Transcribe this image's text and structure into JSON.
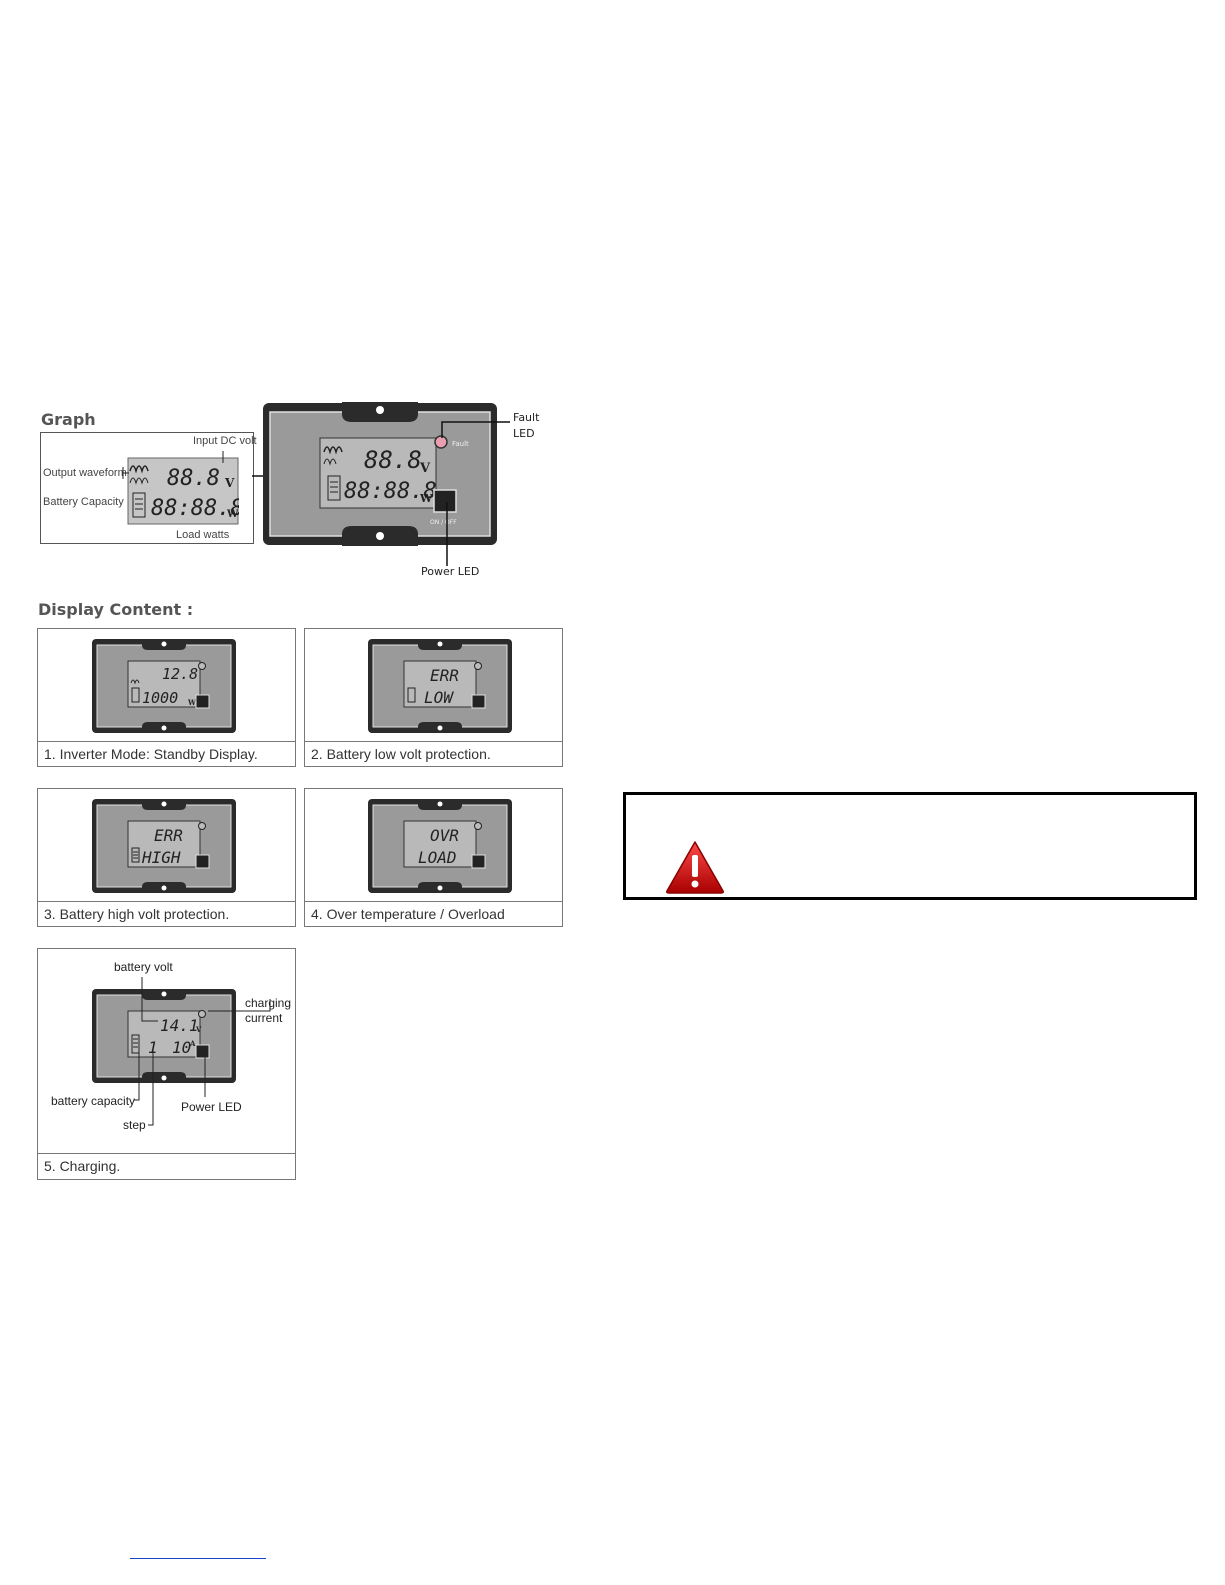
{
  "graph": {
    "title": "Graph",
    "labels": {
      "input_dc_volt": "Input DC volt",
      "output_waveform": "Output waveform",
      "battery_capacity": "Battery Capacity",
      "load_watts": "Load watts"
    },
    "lcd": {
      "top": "88.8",
      "bottom": "88:88.8",
      "unit_top": "V",
      "unit_bottom": "W"
    },
    "callouts": {
      "fault_led": "Fault LED",
      "power_led": "Power LED"
    },
    "panel_text": {
      "fault": "Fault",
      "on_off": "ON / OFF"
    }
  },
  "display_content": {
    "title": "Display Content :",
    "panels": [
      {
        "caption": "1. Inverter Mode: Standby Display.",
        "top": "12.8",
        "bottom": "1000",
        "unit": "W"
      },
      {
        "caption": "2. Battery low volt protection.",
        "top": "ERR",
        "bottom": "LOW",
        "unit": ""
      },
      {
        "caption": "3. Battery high volt protection.",
        "top": "ERR",
        "bottom": "HIGH",
        "unit": ""
      },
      {
        "caption": "4. Over temperature / Overload",
        "top": "OVR",
        "bottom": "LOAD",
        "unit": ""
      },
      {
        "caption": "5. Charging.",
        "top": "14.1",
        "bottom_left": "1",
        "bottom": "10",
        "unit_top": "V",
        "unit": "A"
      }
    ],
    "charging_labels": {
      "battery_volt": "battery volt",
      "charging_current": "charging current",
      "battery_capacity": "battery capacity",
      "step": "step",
      "power_led": "Power LED"
    }
  },
  "colors": {
    "panel_grey": "#9a9a9a",
    "frame": "#2b2b2b",
    "lcd": "#b9b9b9",
    "warning_red": "#d11a1a",
    "fault_led": "#e8a0b0"
  },
  "warning_icon": "warning-triangle-icon"
}
